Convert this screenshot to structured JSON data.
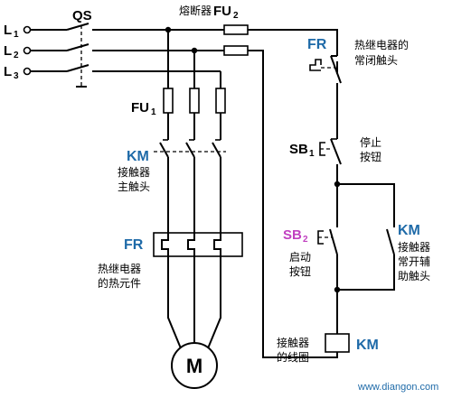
{
  "lines": {
    "l1": "L",
    "l1_sub": "1",
    "l2": "L",
    "l2_sub": "2",
    "l3": "L",
    "l3_sub": "3"
  },
  "qs": {
    "label": "QS"
  },
  "fuse_ctrl": {
    "prefix": "熔断器",
    "label": "FU",
    "sub": "2"
  },
  "fuse_main": {
    "label": "FU",
    "sub": "1"
  },
  "km_main": {
    "label": "KM",
    "desc1": "接触器",
    "desc2": "主触头"
  },
  "fr_heat": {
    "label": "FR",
    "desc1": "热继电器",
    "desc2": "的热元件"
  },
  "motor": {
    "label": "M"
  },
  "fr_nc": {
    "label": "FR",
    "desc1": "热继电器的",
    "desc2": "常闭触头"
  },
  "sb1": {
    "label": "SB",
    "sub": "1",
    "desc1": "停止",
    "desc2": "按钮"
  },
  "sb2": {
    "label": "SB",
    "sub": "2",
    "desc1": "启动",
    "desc2": "按钮"
  },
  "km_aux": {
    "label": "KM",
    "desc1": "接触器",
    "desc2": "常开辅",
    "desc3": "助触头"
  },
  "km_coil": {
    "label": "KM",
    "desc1": "接触器",
    "desc2": "的线圈"
  },
  "watermark": "www.diangon.com",
  "colors": {
    "label_blue": "#1e6aa8",
    "label_pink": "#c040c0"
  }
}
